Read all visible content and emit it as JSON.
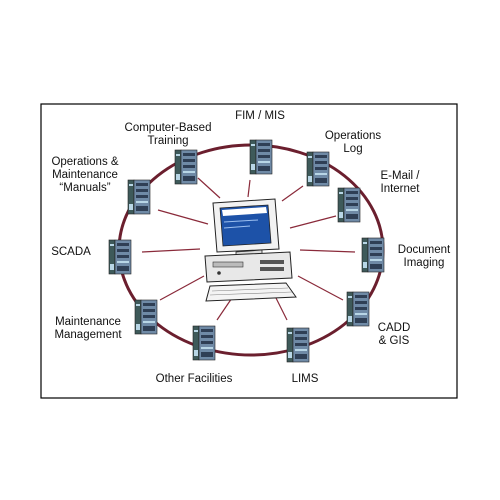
{
  "diagram": {
    "colors": {
      "frame": "#000000",
      "ring": "#6b1f2e",
      "spoke": "#8a2a3a",
      "server_body": "#6f8aa6",
      "server_dark": "#2f3f55",
      "server_side": "#3e5a5a",
      "server_light": "#b8d6e6",
      "screen": "#1d52a8"
    },
    "nodes": [
      {
        "id": "fim-mis",
        "label": "FIM / MIS"
      },
      {
        "id": "operations-log",
        "label": "Operations\nLog"
      },
      {
        "id": "email-internet",
        "label": "E-Mail /\nInternet"
      },
      {
        "id": "document-imaging",
        "label": "Document\nImaging"
      },
      {
        "id": "cadd-gis",
        "label": "CADD\n& GIS"
      },
      {
        "id": "lims",
        "label": "LIMS"
      },
      {
        "id": "other-facilities",
        "label": "Other Facilities"
      },
      {
        "id": "maintenance-management",
        "label": "Maintenance\nManagement"
      },
      {
        "id": "scada",
        "label": "SCADA"
      },
      {
        "id": "operations-maintenance-manuals",
        "label": "Operations &\nMaintenance\n“Manuals”"
      },
      {
        "id": "computer-based-training",
        "label": "Computer-Based\nTraining"
      }
    ]
  }
}
